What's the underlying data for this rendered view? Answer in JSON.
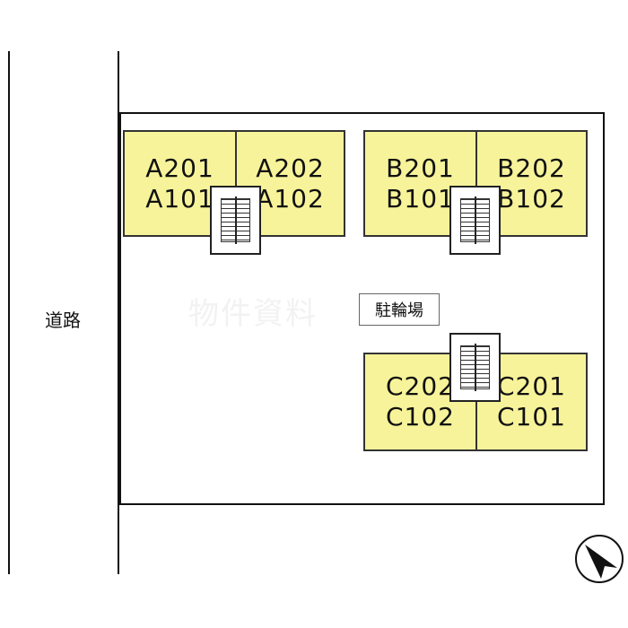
{
  "road": {
    "label": "道路"
  },
  "parking": {
    "label": "駐輪場"
  },
  "watermark": {
    "text": "物件資料"
  },
  "buildings": {
    "a": {
      "left_top": "A201",
      "left_bottom": "A101",
      "right_top": "A202",
      "right_bottom": "A102"
    },
    "b": {
      "left_top": "B201",
      "left_bottom": "B101",
      "right_top": "B202",
      "right_bottom": "B102"
    },
    "c": {
      "left_top": "C202",
      "left_bottom": "C102",
      "right_top": "C201",
      "right_bottom": "C101"
    }
  },
  "colors": {
    "unit_fill": "#f7f39a",
    "line": "#111111"
  },
  "compass": {
    "icon": "north-arrow-icon"
  }
}
